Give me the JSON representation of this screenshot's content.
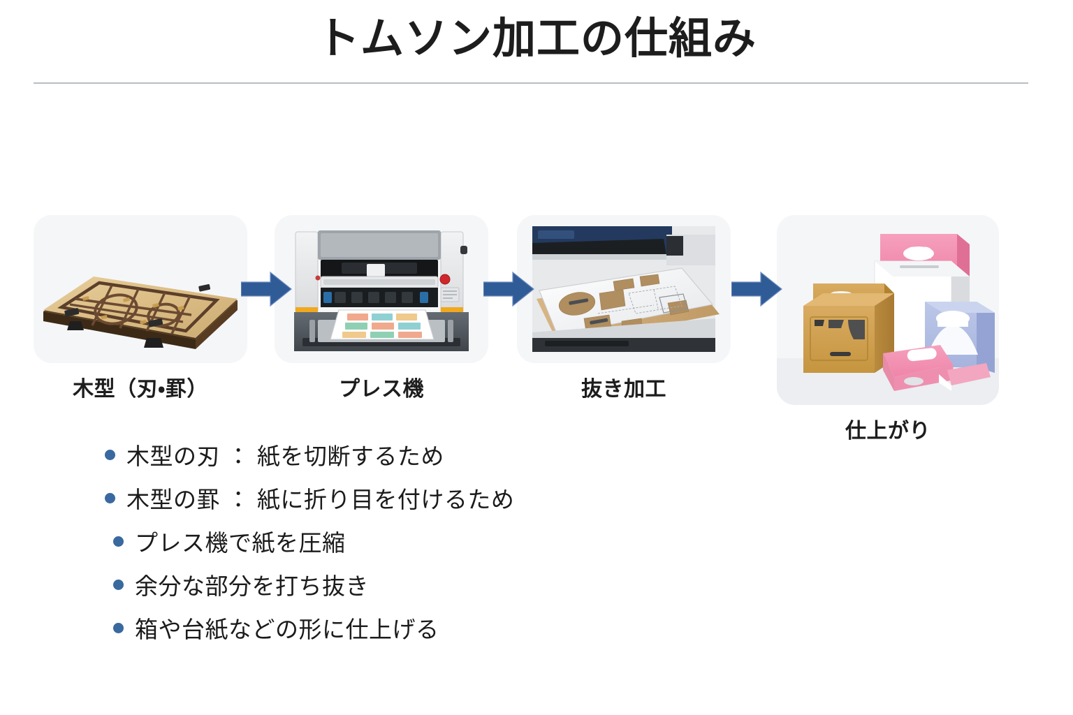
{
  "header": {
    "title": "トムソン加工の仕組み"
  },
  "colors": {
    "arrow": "#2f5c96",
    "bullet": "#39699f",
    "card_bg": "#f5f6f8",
    "rule": "#b9bcc4",
    "text": "#1b1b1b",
    "page_bg": "#ffffff"
  },
  "flow": {
    "arrow_icon_name": "right-arrow-icon",
    "steps": [
      {
        "label": "木型（刃・罫）",
        "image_name": "wooden-die-board-image",
        "image_alt": "木製の台に刃と罫が組まれた木型"
      },
      {
        "label": "プレス機",
        "image_name": "press-machine-image",
        "image_alt": "印刷シートをセットしたプレス機"
      },
      {
        "label": "抜き加工",
        "image_name": "die-cutting-sheet-image",
        "image_alt": "打ち抜かれた台紙シート"
      },
      {
        "label": "仕上がり",
        "image_name": "finished-boxes-image",
        "image_alt": "仕上がったパッケージ箱・台紙"
      }
    ]
  },
  "notes": {
    "items": [
      {
        "text": "木型の刃 ： 紙を切断するため",
        "indented": false
      },
      {
        "text": "木型の罫 ： 紙に折り目を付けるため",
        "indented": false
      },
      {
        "text": "プレス機で紙を圧縮",
        "indented": true
      },
      {
        "text": "余分な部分を打ち抜き",
        "indented": true
      },
      {
        "text": "箱や台紙などの形に仕上げる",
        "indented": true
      }
    ]
  }
}
